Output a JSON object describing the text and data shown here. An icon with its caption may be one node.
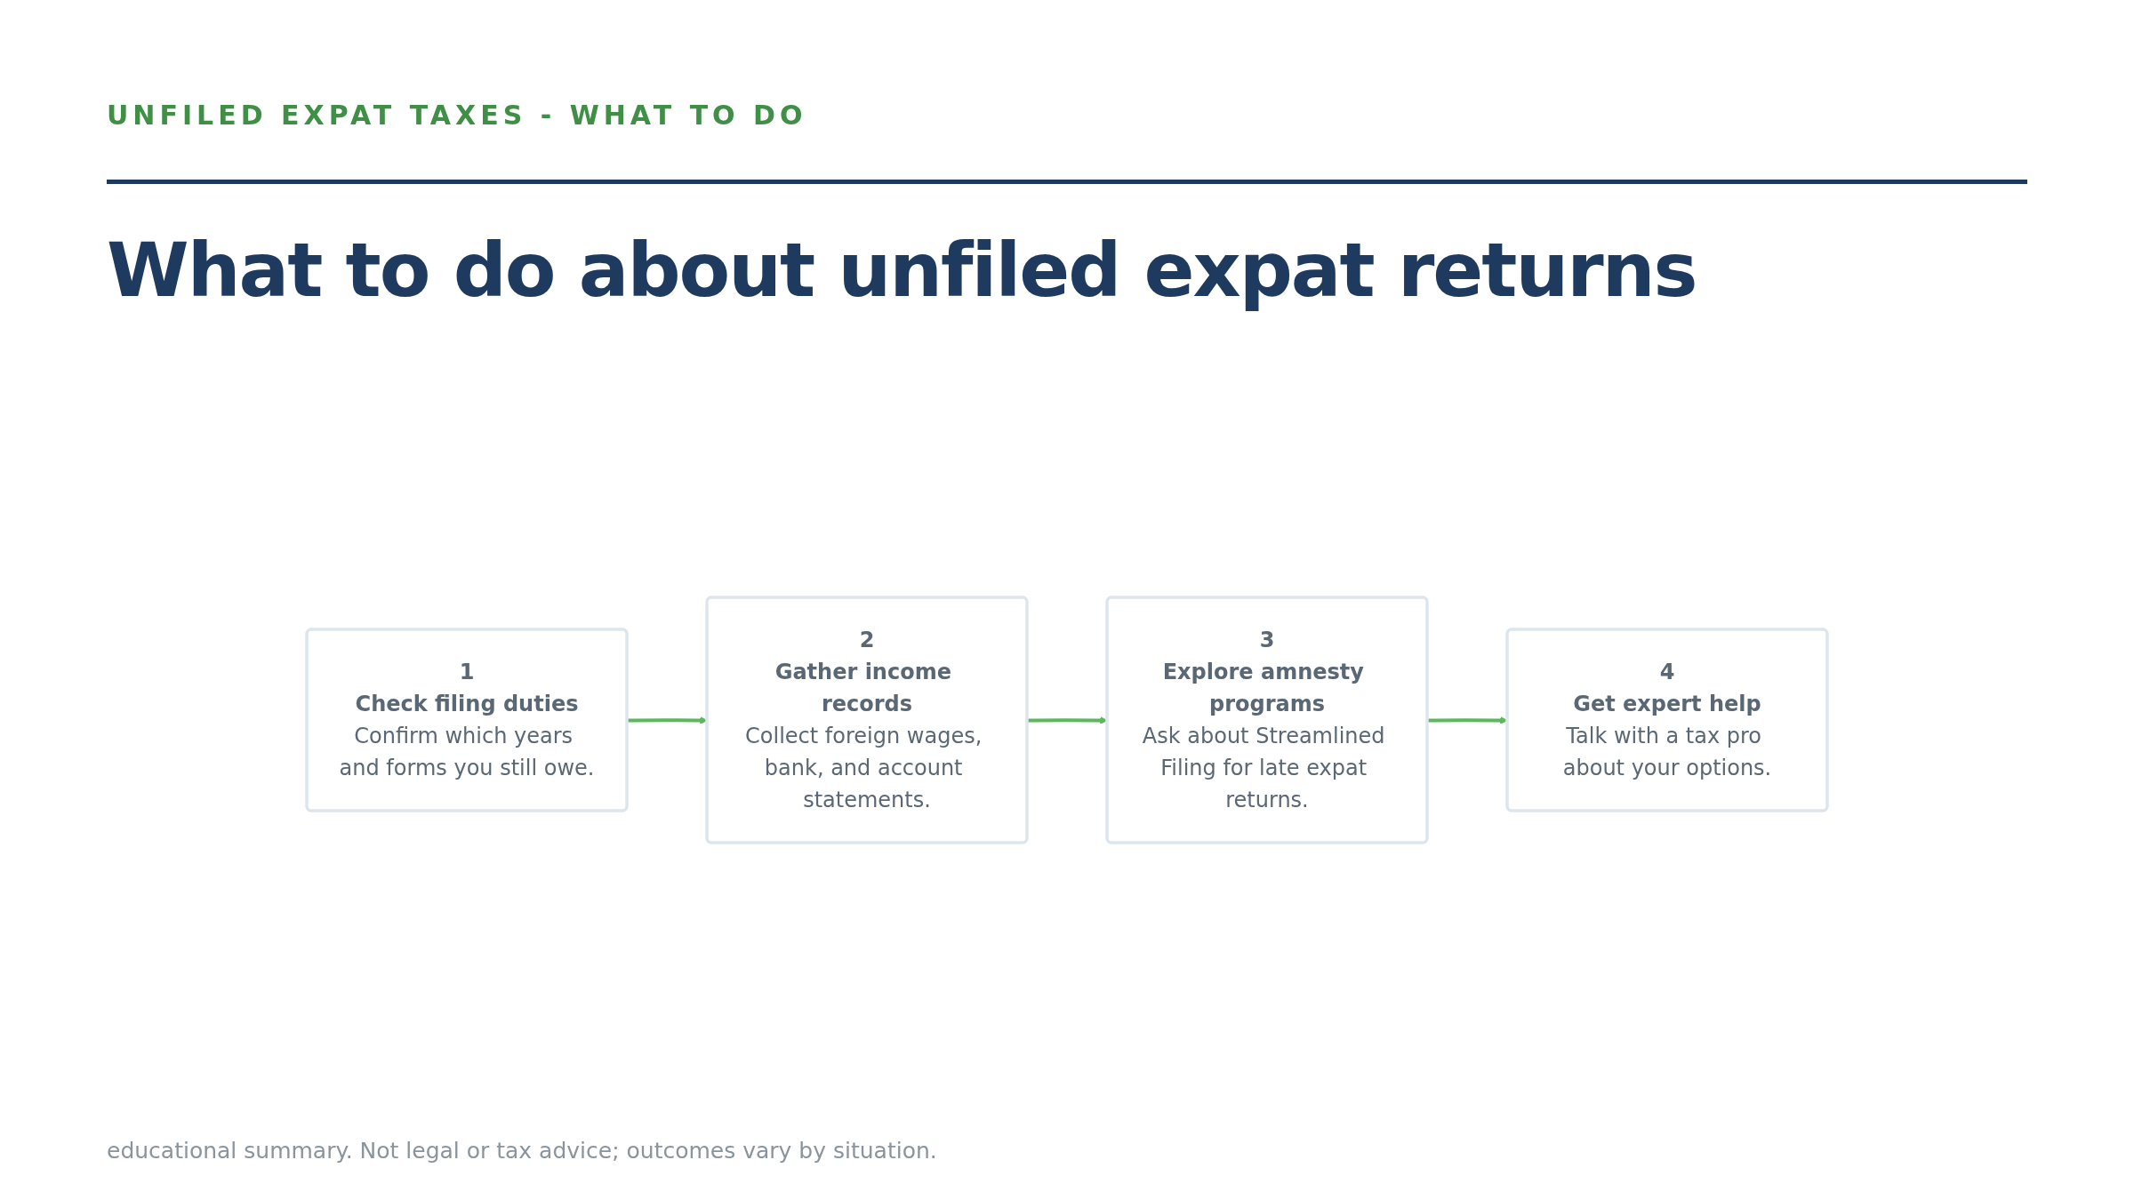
{
  "diagram": {
    "title": "What to do about unfiled expat returns",
    "caption": "educational summary. Not legal or tax advice; outcomes vary by situation.",
    "nodes": [
      {
        "text": [
          "1",
          "Check filing duties",
          "Confirm which years and forms you still owe."
        ]
      },
      {
        "text": [
          "2",
          "Gather income records",
          "Collect foreign wages, bank, and account statements."
        ]
      },
      {
        "text": [
          "3",
          "Explore amnesty programs",
          "Ask about Streamlined Filing for late expat returns."
        ]
      },
      {
        "text": [
          "4",
          "Get expert help",
          "Talk with a tax pro about your options."
        ]
      }
    ],
    "edges": [
      {
        "from": 0,
        "to": 1,
        "arrow": "to"
      },
      {
        "from": 1,
        "to": 2,
        "arrow": "to"
      },
      {
        "from": 2,
        "to": 3,
        "arrow": "to"
      }
    ],
    "labels": [
      "UNFILED EXPAT TAXES - WHAT TO DO"
    ]
  }
}
